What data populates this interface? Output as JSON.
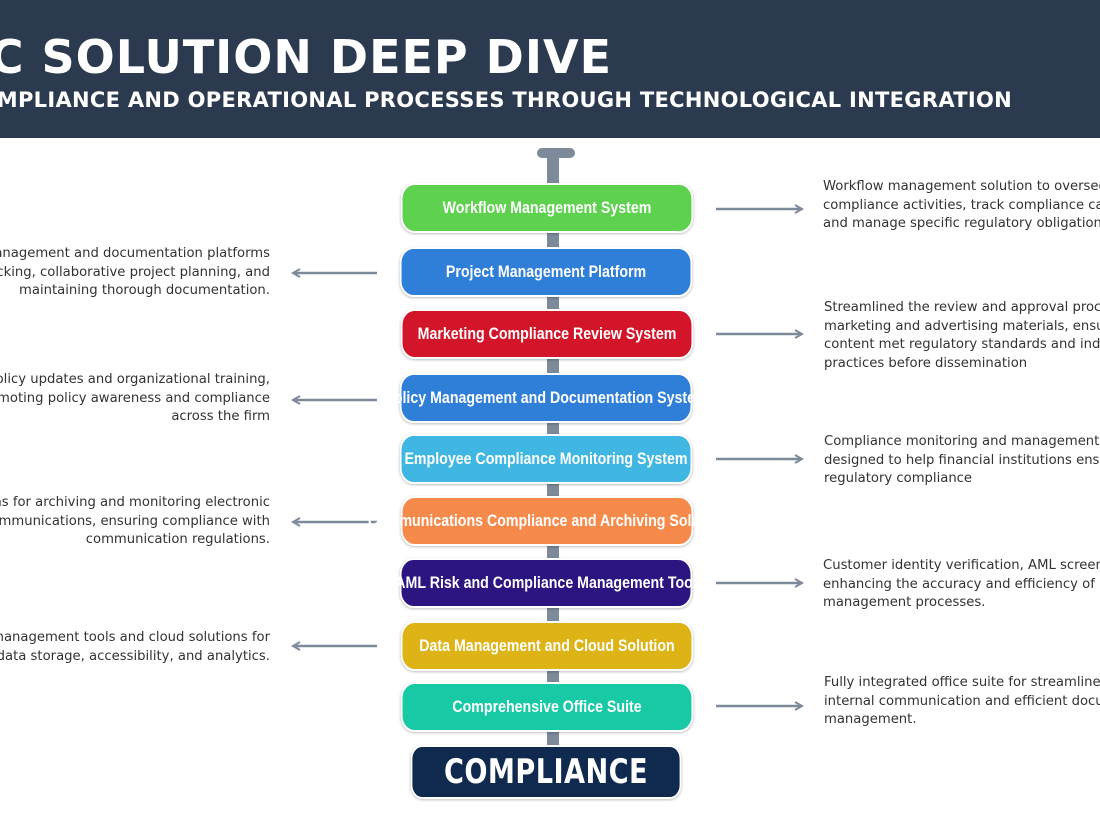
{
  "header": {
    "title": "EGIC SOLUTION DEEP DIVE",
    "subtitle": "G COMPLIANCE AND OPERATIONAL PROCESSES THROUGH TECHNOLOGICAL INTEGRATION"
  },
  "steps": [
    {
      "label": "Workflow Management System",
      "color": "#5ed24e"
    },
    {
      "label": "Project Management Platform",
      "color": "#2f7fd8"
    },
    {
      "label": "Marketing Compliance Review System",
      "color": "#d21528"
    },
    {
      "label": "Policy Management and Documentation System",
      "color": "#2f7fd8"
    },
    {
      "label": "Employee Compliance Monitoring System",
      "color": "#3fb7e2"
    },
    {
      "label": "Communications Compliance and Archiving Solution",
      "color": "#f58a4b"
    },
    {
      "label": "AML Risk and Compliance Management Tool",
      "color": "#2c1580"
    },
    {
      "label": "Data Management and Cloud Solution",
      "color": "#ddb316"
    },
    {
      "label": "Comprehensive Office Suite",
      "color": "#17c9a4"
    }
  ],
  "base": {
    "label": "COMPLIANCE",
    "color": "#0f2a4e"
  },
  "descriptions": {
    "workflow": [
      "Workflow management solution to oversee d",
      "compliance activities, track compliance calen",
      "and manage specific regulatory obligations."
    ],
    "project": [
      "Management and documentation platforms",
      "tracking, collaborative project planning, and",
      "maintaining thorough documentation."
    ],
    "marketing": [
      "Streamlined the review and approval process",
      "marketing and advertising materials, ensurin",
      "content met regulatory standards and indust",
      "practices before dissemination"
    ],
    "policy": [
      "Policy updates and organizational training,",
      "romoting policy awareness and compliance",
      "across the firm"
    ],
    "employee": [
      "Compliance monitoring and management to",
      "designed to help financial institutions ensure",
      "regulatory compliance"
    ],
    "communications": [
      "ions for archiving and monitoring electronic",
      "communications, ensuring compliance with",
      "communication regulations."
    ],
    "aml": [
      "Customer identity verification, AML screening",
      "enhancing the accuracy and efficiency of risk",
      "management processes."
    ],
    "data": [
      "a management tools and cloud solutions for",
      "ed data storage, accessibility, and analytics."
    ],
    "office": [
      "Fully integrated office suite for streamlined",
      "internal communication and efficient docum",
      "management."
    ]
  },
  "colors": {
    "header_bg": "#2b3a4e",
    "spine": "#7d8a99",
    "arrow": "#7d8a99",
    "text": "#333333"
  }
}
